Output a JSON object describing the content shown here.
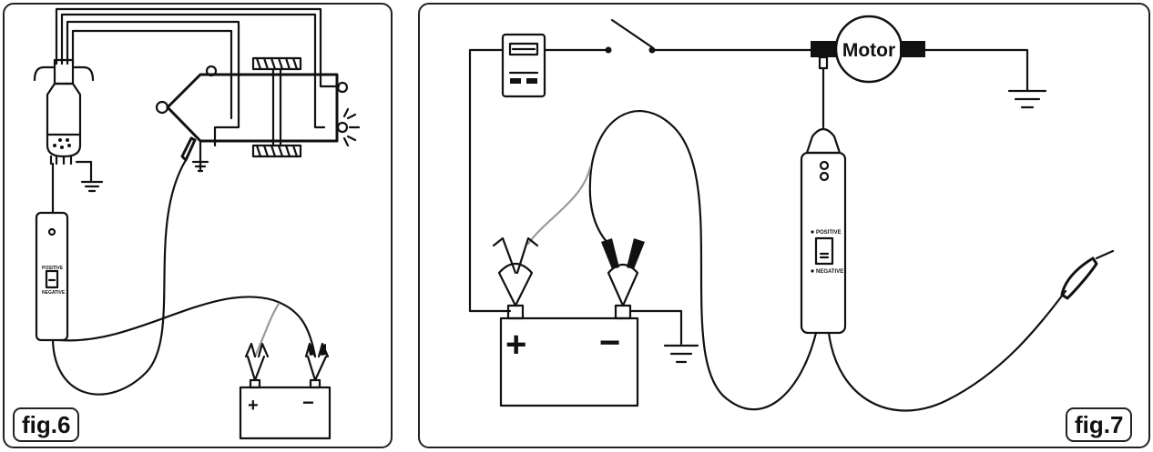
{
  "figures": {
    "fig6": {
      "label": "fig.6",
      "probe_labels": {
        "positive": "POSITIVE",
        "negative": "NEGATIVE"
      },
      "battery_signs": {
        "plus": "+",
        "minus": "−"
      }
    },
    "fig7": {
      "label": "fig.7",
      "motor_label": "Motor",
      "probe_labels": {
        "positive": "POSITIVE",
        "negative": "NEGATIVE"
      },
      "battery_signs": {
        "plus": "+",
        "minus": "−"
      }
    }
  },
  "colors": {
    "line": "#111111",
    "grey_lead": "#9a9a9a",
    "background": "#ffffff"
  }
}
